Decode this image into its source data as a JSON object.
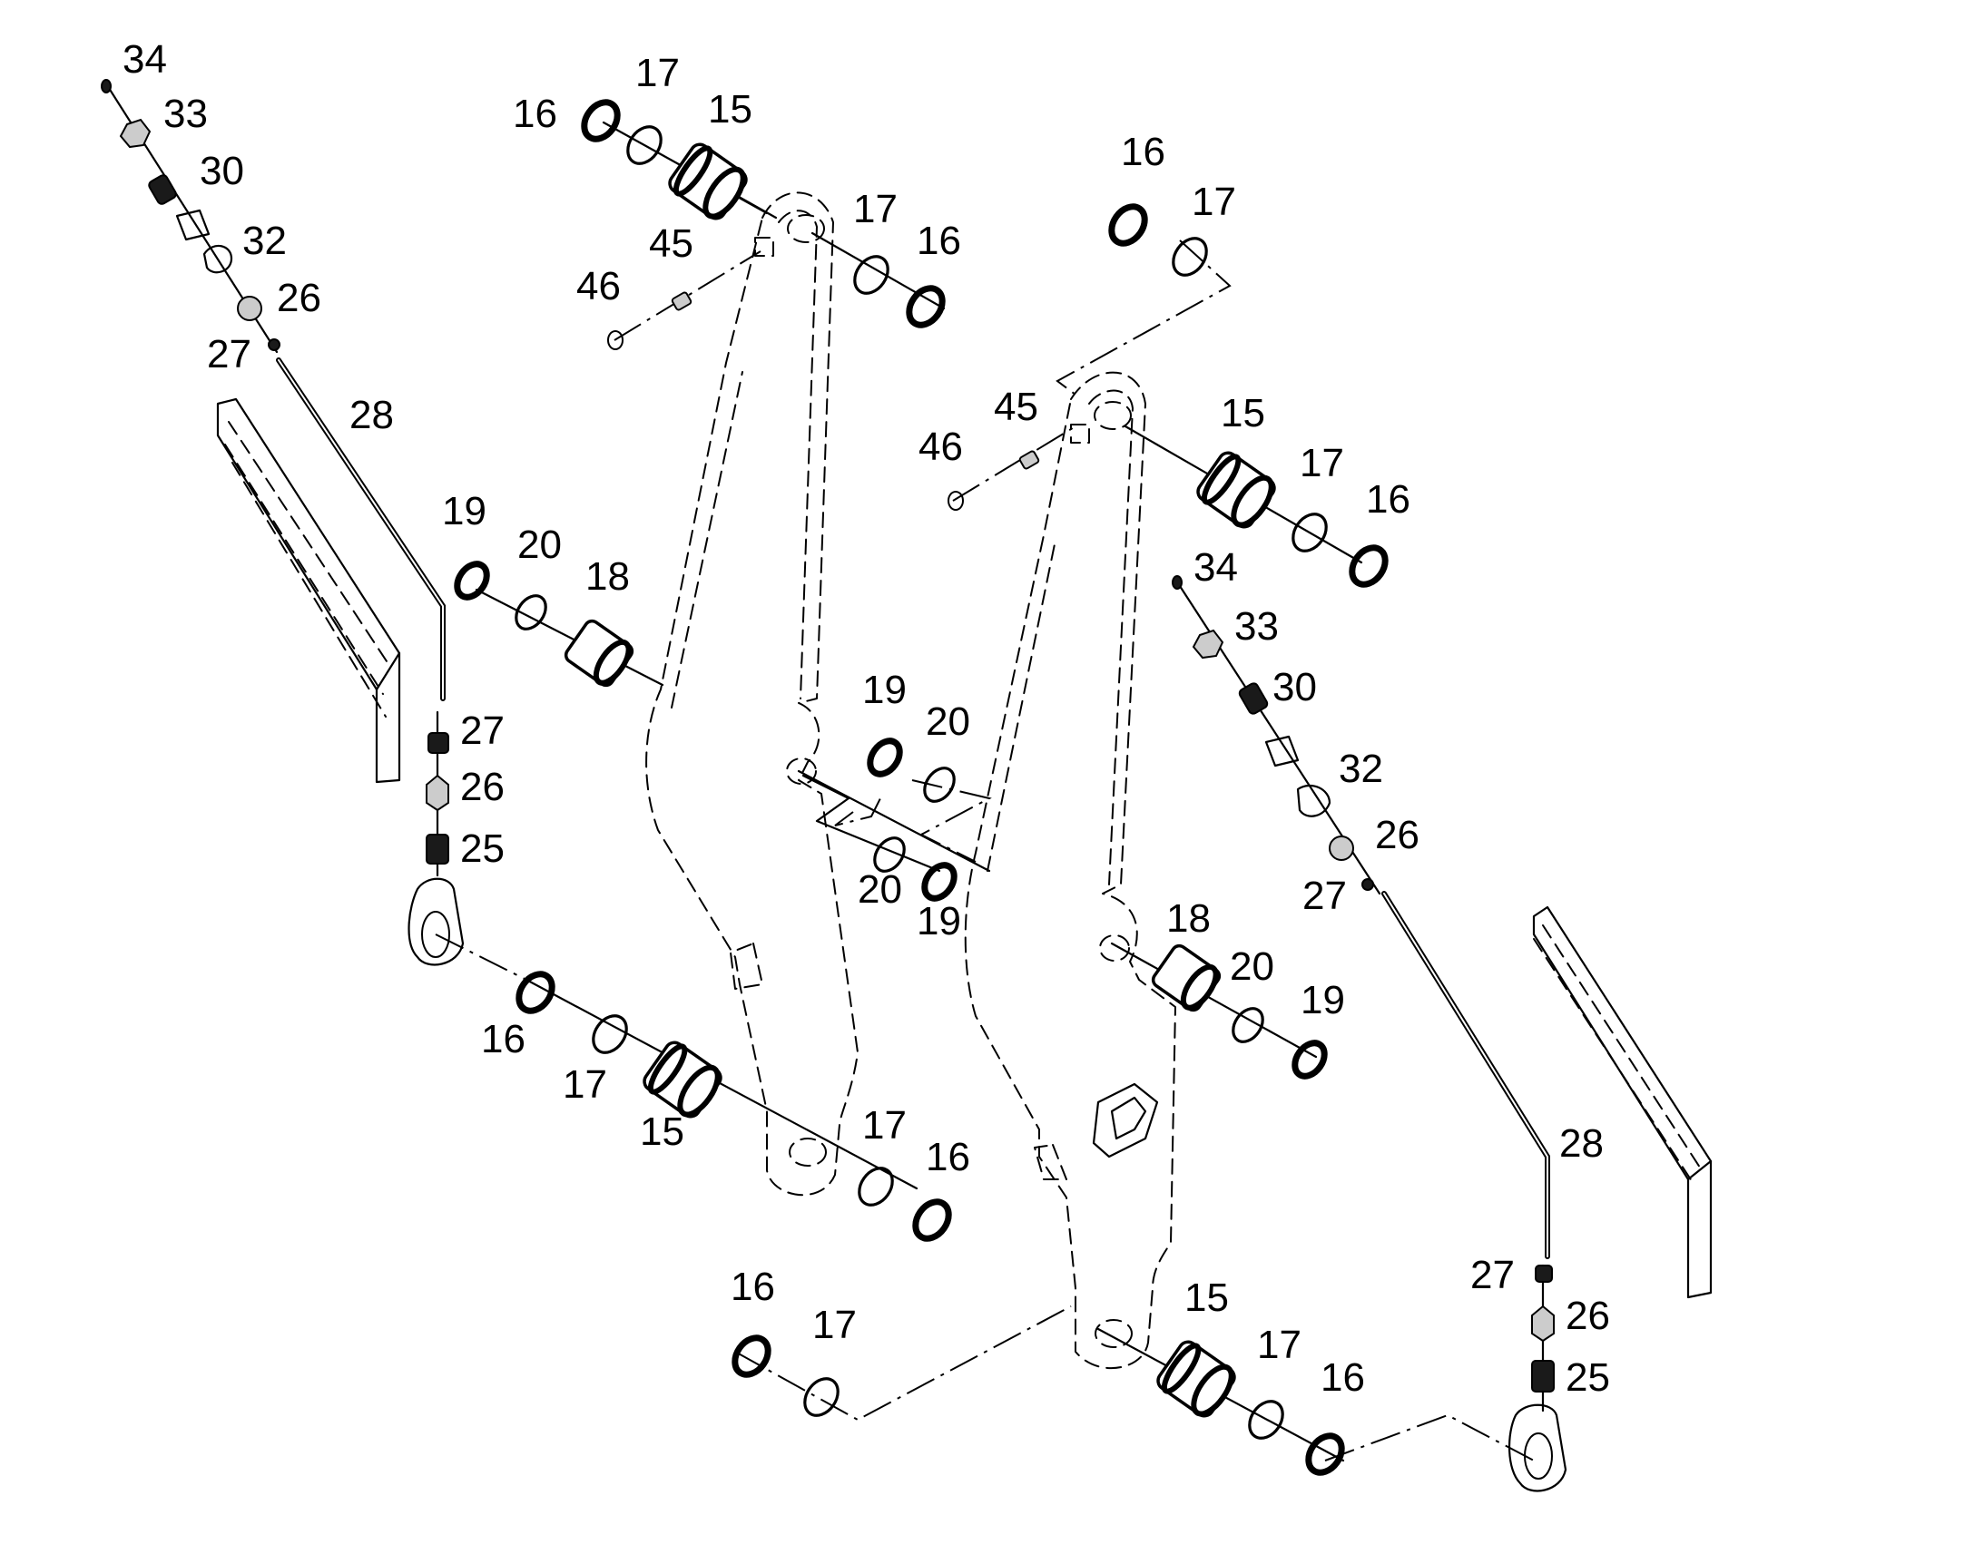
{
  "diagram": {
    "part_numbers": [
      "34",
      "33",
      "30",
      "32",
      "26",
      "27",
      "28",
      "16",
      "17",
      "15",
      "17",
      "16",
      "45",
      "46",
      "19",
      "20",
      "18",
      "27",
      "26",
      "25",
      "16",
      "17",
      "15",
      "19",
      "20",
      "20",
      "19",
      "17",
      "16",
      "16",
      "17",
      "45",
      "46",
      "15",
      "17",
      "16",
      "34",
      "33",
      "30",
      "32",
      "26",
      "27",
      "18",
      "20",
      "19",
      "28",
      "27",
      "26",
      "25",
      "16",
      "17",
      "15",
      "17",
      "16"
    ]
  }
}
